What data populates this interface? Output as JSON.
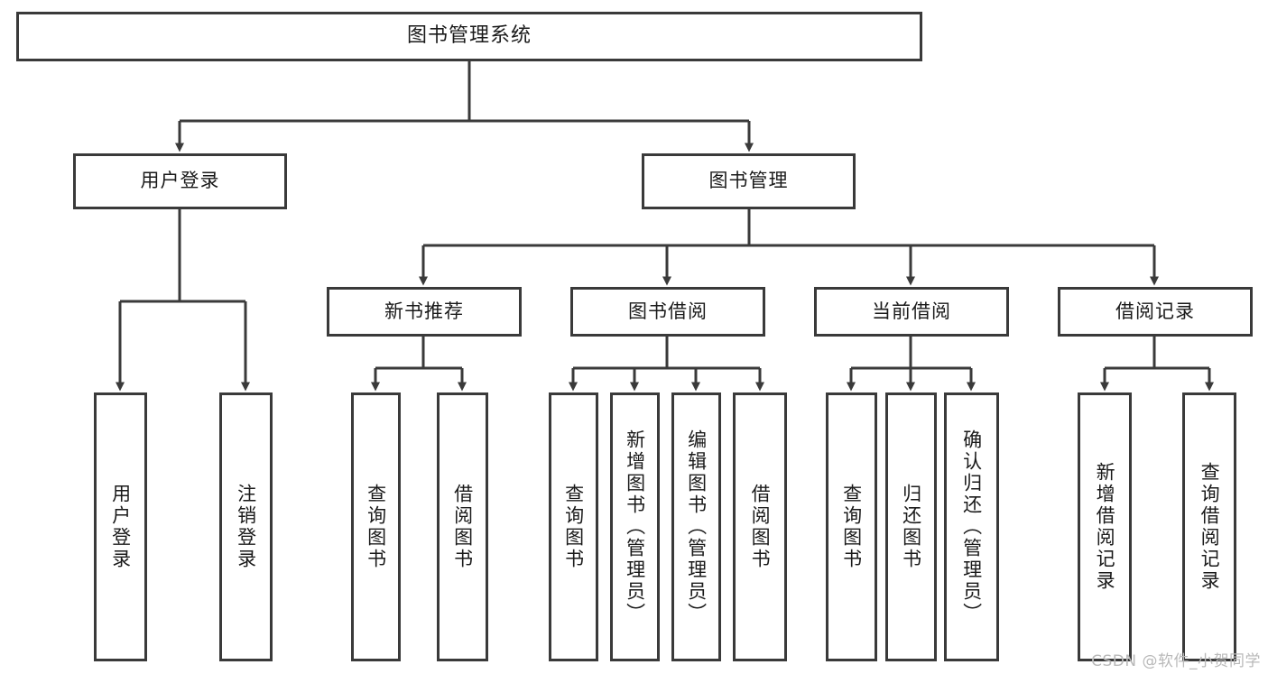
{
  "diagram": {
    "type": "tree",
    "title": "图书管理系统",
    "watermark": "CSDN @软件_小贺同学",
    "colors": {
      "stroke": "#3a3a3a",
      "fill": "#ffffff",
      "text": "#1a1a1a",
      "watermark": "#b9b9b9"
    },
    "root": {
      "label": "图书管理系统"
    },
    "level2": [
      {
        "label": "用户登录"
      },
      {
        "label": "图书管理"
      }
    ],
    "level3": [
      {
        "label": "新书推荐"
      },
      {
        "label": "图书借阅"
      },
      {
        "label": "当前借阅"
      },
      {
        "label": "借阅记录"
      }
    ],
    "leaves": {
      "user_login": [
        {
          "label": "用户登录"
        },
        {
          "label": "注销登录"
        }
      ],
      "new_book": [
        {
          "label": "查询图书"
        },
        {
          "label": "借阅图书"
        }
      ],
      "borrow_book": [
        {
          "label": "查询图书"
        },
        {
          "label": "新增图书（管理员）"
        },
        {
          "label": "编辑图书（管理员）"
        },
        {
          "label": "借阅图书"
        }
      ],
      "current_borrow": [
        {
          "label": "查询图书"
        },
        {
          "label": "归还图书"
        },
        {
          "label": "确认归还（管理员）"
        }
      ],
      "borrow_record": [
        {
          "label": "新增借阅记录"
        },
        {
          "label": "查询借阅记录"
        }
      ]
    }
  }
}
